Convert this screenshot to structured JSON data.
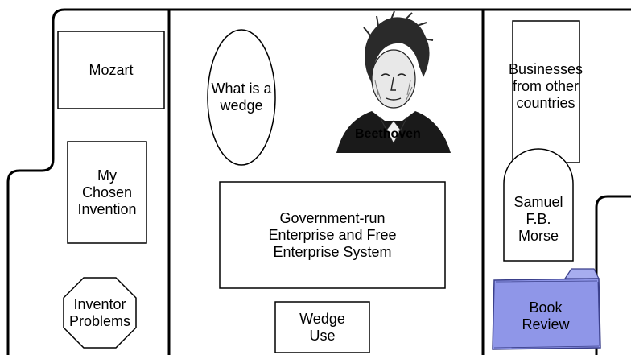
{
  "diagram": {
    "nodes": {
      "mozart": {
        "label": "Mozart"
      },
      "my_chosen_invention": {
        "label": "My\nChosen\nInvention"
      },
      "inventor_problems": {
        "label": "Inventor\nProblems"
      },
      "what_is_a_wedge": {
        "label": "What is a\nwedge"
      },
      "beethoven": {
        "label": "Beethoven"
      },
      "government_run_enterprise": {
        "label": "Government-run\nEnterprise and Free\nEnterprise System"
      },
      "wedge_use": {
        "label": "Wedge\nUse"
      },
      "businesses_from_other_countries": {
        "label": "Businesses\nfrom other\ncountries"
      },
      "samuel_fb_morse": {
        "label": "Samuel\nF.B.\nMorse"
      },
      "book_review": {
        "label": "Book\nReview"
      }
    },
    "colors": {
      "line": "#000000",
      "folder_fill": "#8f96e8",
      "folder_tab": "#a7adef",
      "folder_stroke": "#3a3f8a"
    }
  }
}
